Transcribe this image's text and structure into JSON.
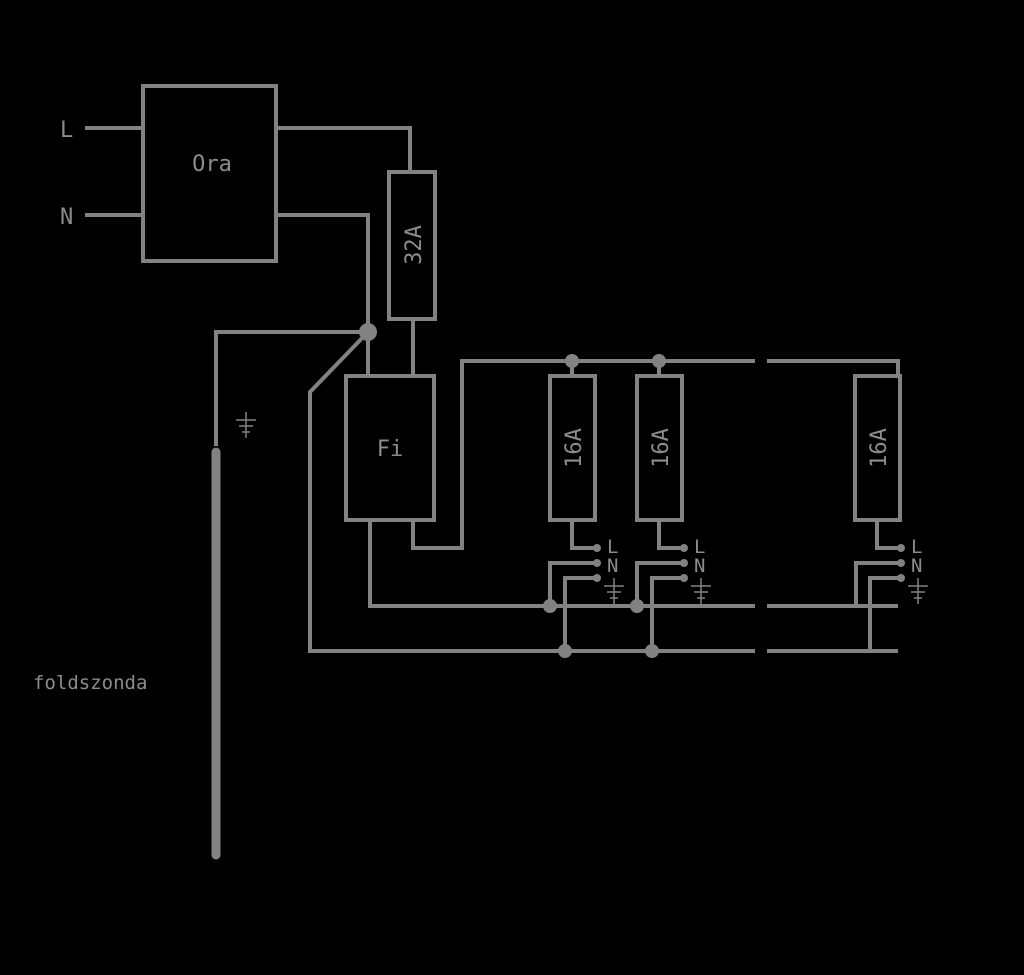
{
  "inputs": {
    "line": "L",
    "neutral": "N"
  },
  "meter": {
    "label": "Ora"
  },
  "main_breaker": {
    "label": "32A"
  },
  "rcd": {
    "label": "Fi"
  },
  "branch_breakers": [
    {
      "label": "16A"
    },
    {
      "label": "16A"
    },
    {
      "label": "16A"
    }
  ],
  "outlets": [
    {
      "line": "L",
      "neutral": "N"
    },
    {
      "line": "L",
      "neutral": "N"
    },
    {
      "line": "L",
      "neutral": "N"
    }
  ],
  "ground_probe": {
    "label": "foldszonda"
  },
  "colors": {
    "background": "#000000",
    "stroke": "#828282",
    "text": "#8c8c8c"
  },
  "icons": [
    "ground-symbol-icon"
  ]
}
